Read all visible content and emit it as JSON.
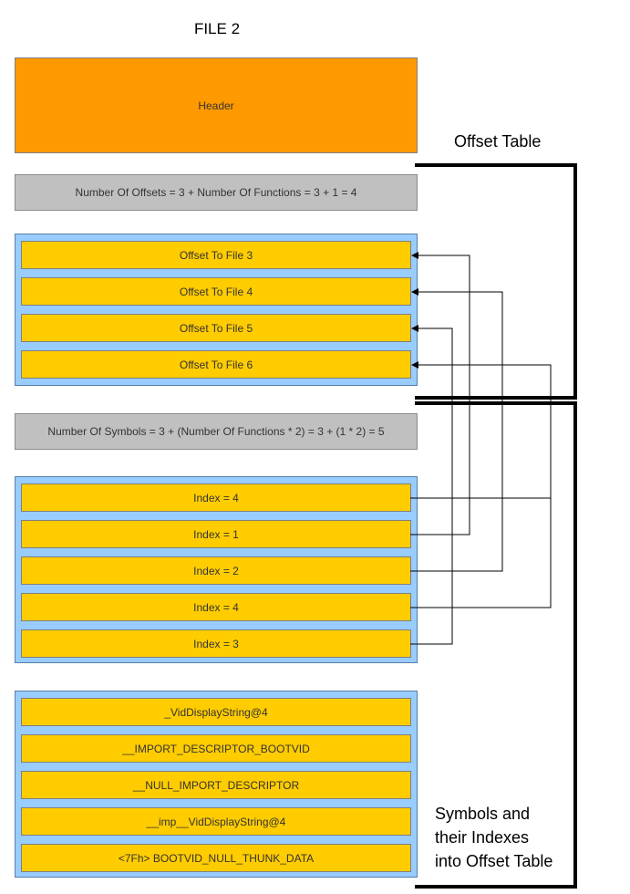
{
  "title": "FILE 2",
  "header_label": "Header",
  "offset_count_text": "Number Of Offsets = 3 + Number Of Functions = 3 + 1 = 4",
  "offsets": [
    "Offset To File 3",
    "Offset To File 4",
    "Offset To File 5",
    "Offset To File 6"
  ],
  "symbol_count_text": "Number Of Symbols = 3 + (Number Of Functions * 2) = 3 + (1 * 2) = 5",
  "indexes": [
    "Index = 4",
    "Index = 1",
    "Index = 2",
    "Index = 4",
    "Index = 3"
  ],
  "symbols": [
    "_VidDisplayString@4",
    "__IMPORT_DESCRIPTOR_BOOTVID",
    "__NULL_IMPORT_DESCRIPTOR",
    "__imp__VidDisplayString@4",
    "<7Fh> BOOTVID_NULL_THUNK_DATA"
  ],
  "offset_table_label": "Offset Table",
  "symbols_label_lines": [
    "Symbols and",
    "their Indexes",
    "into Offset Table"
  ],
  "colors": {
    "header": "#ff9900",
    "item": "#ffcc00",
    "group": "#99ccff",
    "gray": "#c0c0c0"
  }
}
